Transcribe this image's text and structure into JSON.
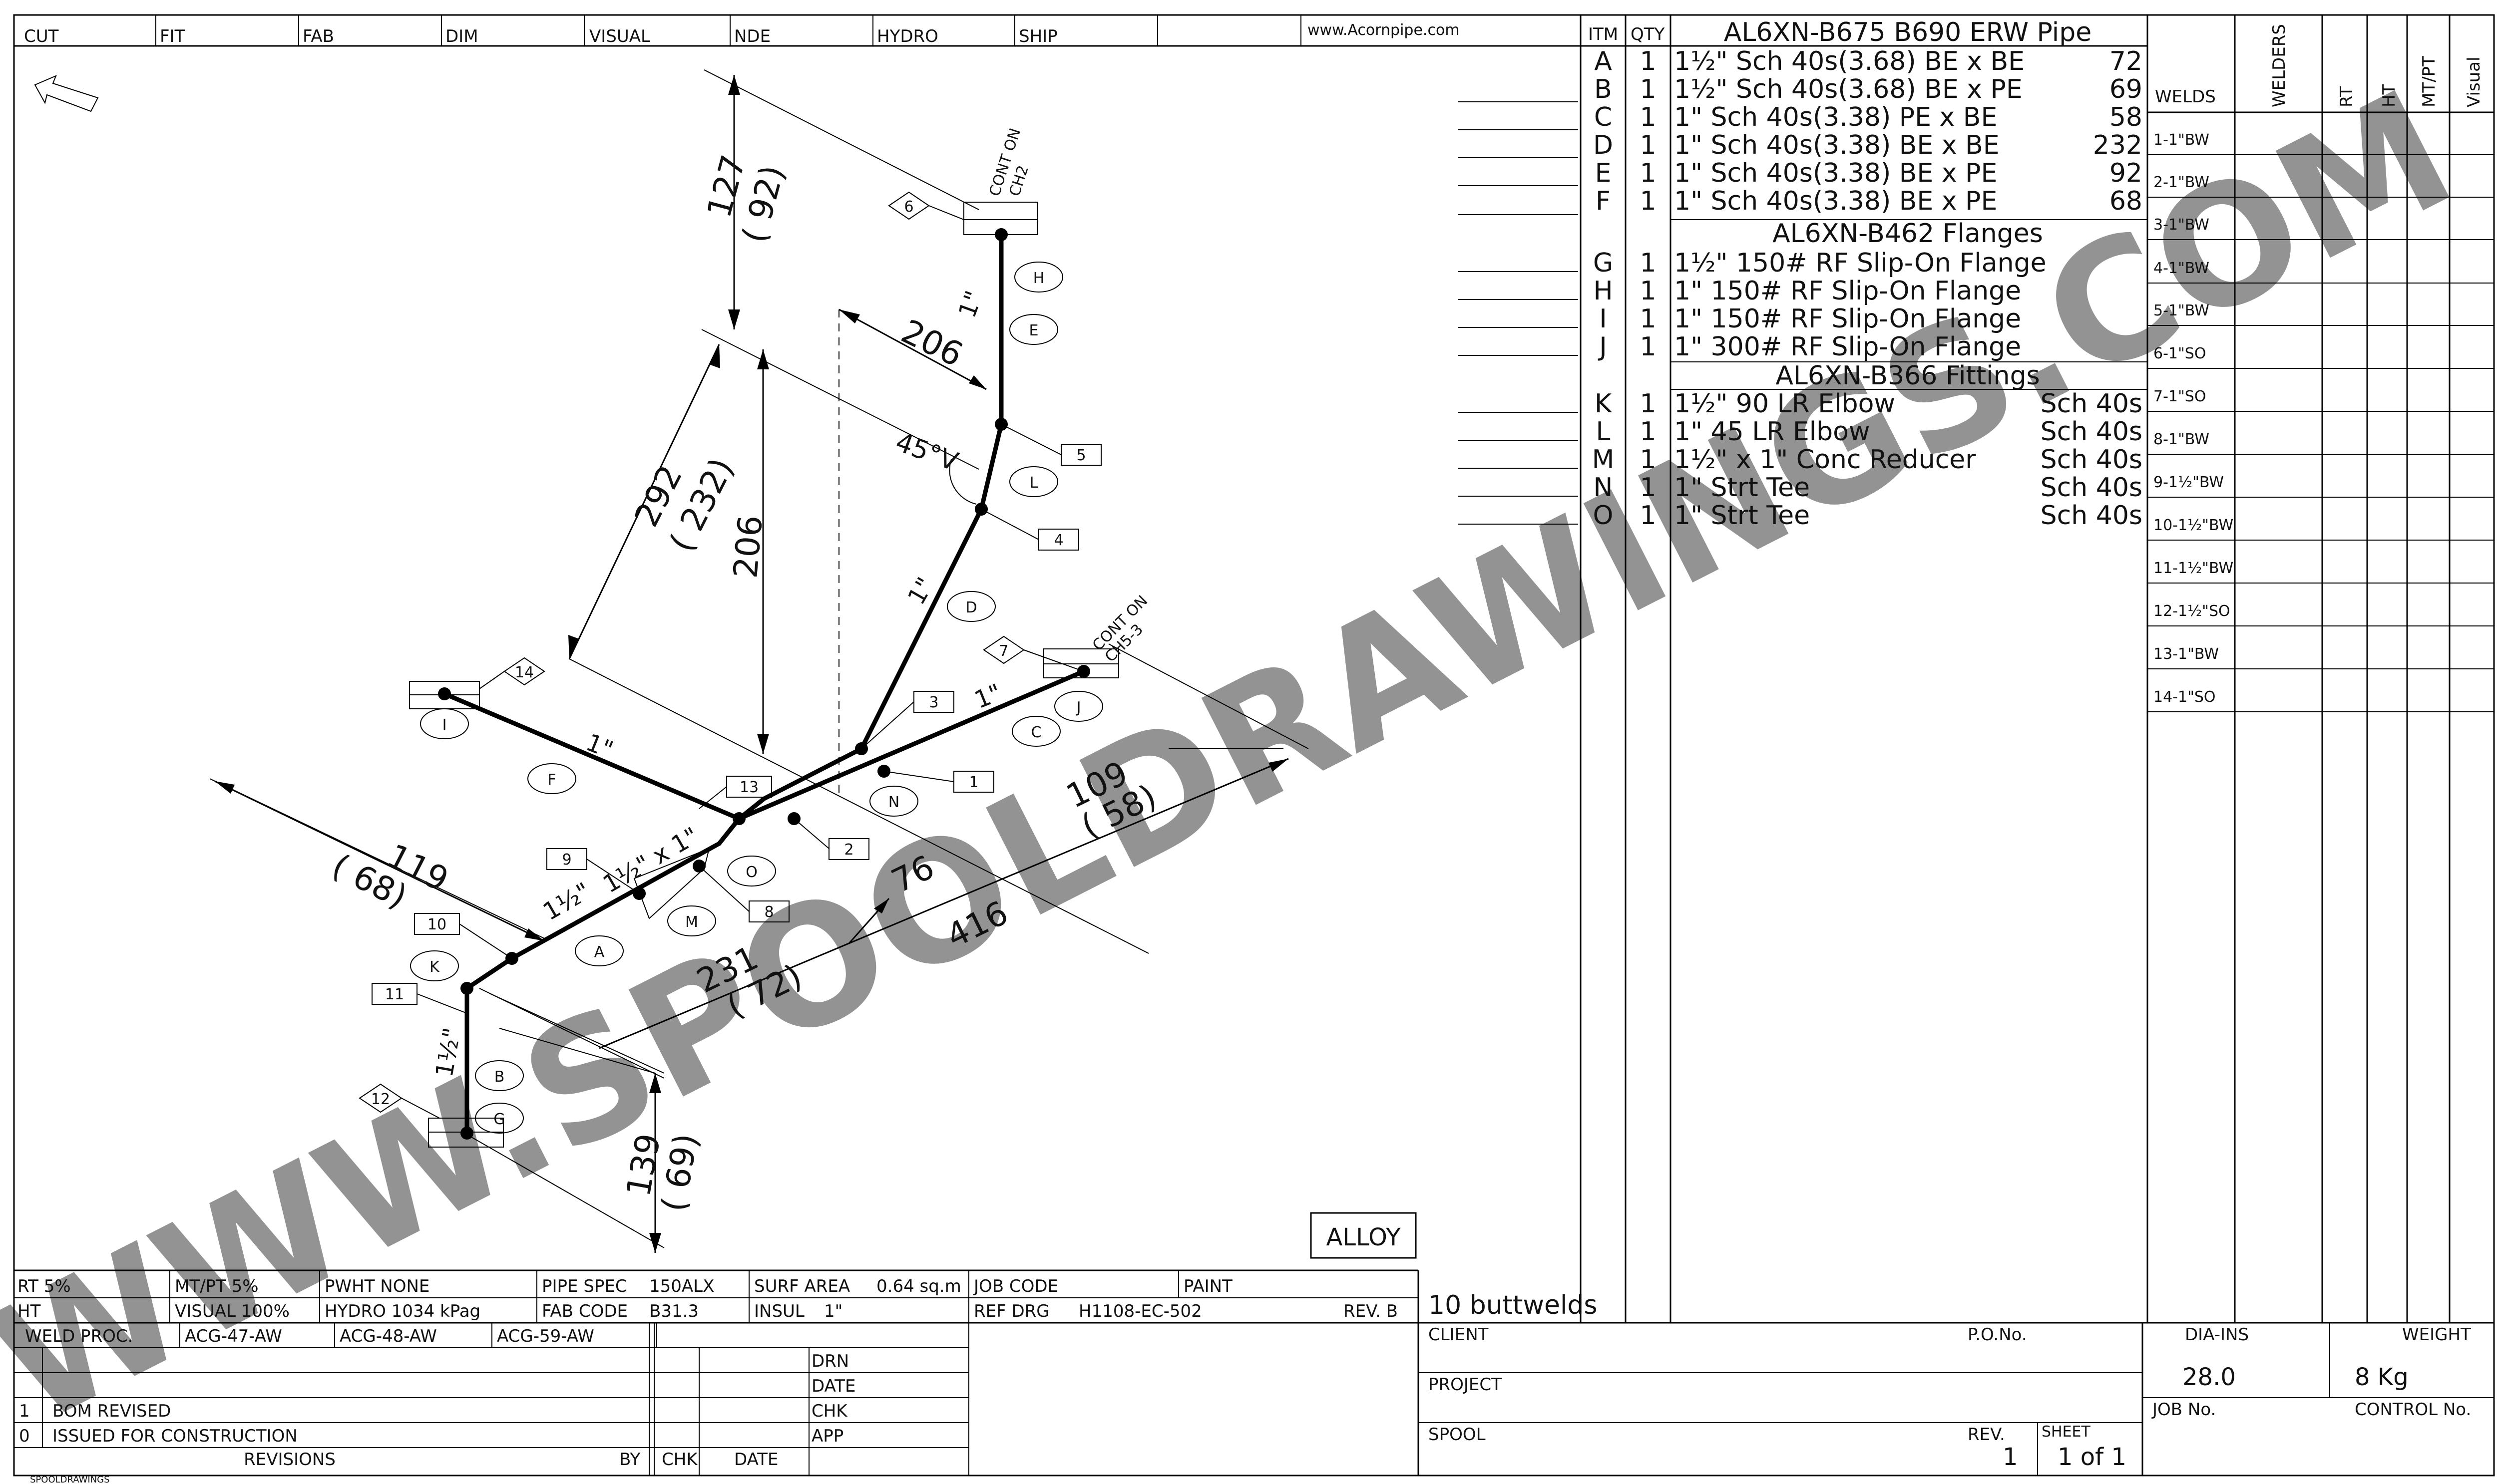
{
  "header": {
    "stages": [
      "CUT",
      "FIT",
      "FAB",
      "DIM",
      "VISUAL",
      "NDE",
      "HYDRO",
      "SHIP"
    ],
    "website": "www.Acornpipe.com"
  },
  "watermark": "WWW.SPOOLDRAWINGS.COM",
  "north_arrow_icon": "north-arrow-icon",
  "bom": {
    "col_item": "ITM",
    "col_qty": "QTY",
    "pipe_title": "AL6XN-B675 B690 ERW Pipe",
    "pipe": [
      {
        "item": "A",
        "qty": "1",
        "desc": "1½\" Sch 40s(3.68)  BE x BE",
        "val": "72"
      },
      {
        "item": "B",
        "qty": "1",
        "desc": "1½\" Sch 40s(3.68)  BE x PE",
        "val": "69"
      },
      {
        "item": "C",
        "qty": "1",
        "desc": "1\" Sch 40s(3.38)  PE x BE",
        "val": "58"
      },
      {
        "item": "D",
        "qty": "1",
        "desc": "1\" Sch 40s(3.38)  BE x BE",
        "val": "232"
      },
      {
        "item": "E",
        "qty": "1",
        "desc": "1\" Sch 40s(3.38)  BE x PE",
        "val": "92"
      },
      {
        "item": "F",
        "qty": "1",
        "desc": "1\" Sch 40s(3.38)  BE x PE",
        "val": "68"
      }
    ],
    "flange_title": "AL6XN-B462 Flanges",
    "flanges": [
      {
        "item": "G",
        "qty": "1",
        "desc": "1½\" 150# RF Slip-On Flange"
      },
      {
        "item": "H",
        "qty": "1",
        "desc": "1\" 150# RF Slip-On Flange"
      },
      {
        "item": "I",
        "qty": "1",
        "desc": "1\" 150# RF Slip-On Flange"
      },
      {
        "item": "J",
        "qty": "1",
        "desc": "1\" 300# RF Slip-On Flange"
      }
    ],
    "fitting_title": "AL6XN-B366 Fittings",
    "fittings": [
      {
        "item": "K",
        "qty": "1",
        "desc": "1½\" 90 LR Elbow",
        "val": "Sch 40s"
      },
      {
        "item": "L",
        "qty": "1",
        "desc": "1\" 45 LR Elbow",
        "val": "Sch 40s"
      },
      {
        "item": "M",
        "qty": "1",
        "desc": "1½\" x 1\" Conc Reducer",
        "val": "Sch 40s"
      },
      {
        "item": "N",
        "qty": "1",
        "desc": "1\" Strt Tee",
        "val": "Sch 40s"
      },
      {
        "item": "O",
        "qty": "1",
        "desc": "1\" Strt Tee",
        "val": "Sch 40s"
      }
    ]
  },
  "weld_table": {
    "headers": [
      "WELDS",
      "WELDERS",
      "RT",
      "HT",
      "MT/PT",
      "Visual"
    ],
    "welds": [
      "1-1\"BW",
      "2-1\"BW",
      "3-1\"BW",
      "4-1\"BW",
      "5-1\"BW",
      "6-1\"SO",
      "7-1\"SO",
      "8-1\"BW",
      "9-1½\"BW",
      "10-1½\"BW",
      "11-1½\"BW",
      "12-1½\"SO",
      "13-1\"BW",
      "14-1\"SO"
    ]
  },
  "drawing": {
    "cont_top": "CONT ON",
    "cont_top2": "CH2",
    "cont_right": "CONT ON",
    "cont_right2": "CH5-3",
    "dims": {
      "d127": "127",
      "d92": "( 92)",
      "d206a": "206",
      "d292": "292",
      "d232": "( 232)",
      "d206b": "206",
      "d45": "45°V",
      "d109": "109",
      "d58": "( 58)",
      "d119": "119",
      "d68": "( 68)",
      "d76": "76",
      "d416": "416",
      "d231": "231",
      "d72": "( 72)",
      "d139": "139",
      "d69": "( 69)"
    },
    "size_labels": {
      "e": "1\"",
      "d": "1\"",
      "c": "1\"",
      "f": "1\"",
      "a": "1½\"",
      "b": "1½\"",
      "m": "1½\" x 1\""
    },
    "part_labels": [
      "A",
      "B",
      "C",
      "D",
      "E",
      "F",
      "G",
      "H",
      "I",
      "J",
      "K",
      "L",
      "M",
      "N",
      "O"
    ],
    "weld_numbers": [
      "1",
      "2",
      "3",
      "4",
      "5",
      "6",
      "7",
      "8",
      "9",
      "10",
      "11",
      "12",
      "13",
      "14"
    ]
  },
  "material_box": "ALLOY",
  "buttwelds": "10 buttwelds",
  "info": {
    "rt": "RT 5%",
    "mtpt": "MT/PT 5%",
    "pwht": "PWHT   NONE",
    "pipe_spec_l": "PIPE SPEC",
    "pipe_spec": "150ALX",
    "surf_area_l": "SURF AREA",
    "surf_area": "0.64 sq.m",
    "job_code": "JOB CODE",
    "paint": "PAINT",
    "ht": "HT",
    "visual": "VISUAL  100%",
    "hydro": "HYDRO  1034 kPag",
    "fab_code_l": "FAB CODE",
    "fab_code": "B31.3",
    "insul_l": "INSUL",
    "insul": "1\"",
    "ref_drg_l": "REF DRG",
    "ref_drg": "H1108-EC-502",
    "rev_b": "REV.  B",
    "weld_proc": "WELD PROC.",
    "wp1": "ACG-47-AW",
    "wp2": "ACG-48-AW",
    "wp3": "ACG-59-AW"
  },
  "revisions": {
    "rows": [
      {
        "no": "1",
        "desc": "BOM REVISED"
      },
      {
        "no": "0",
        "desc": "ISSUED FOR CONSTRUCTION"
      }
    ],
    "footer": "REVISIONS",
    "by": "BY",
    "chk": "CHK",
    "date": "DATE",
    "drn": "DRN",
    "date2": "DATE",
    "chk2": "CHK",
    "app": "APP"
  },
  "title_block": {
    "client": "CLIENT",
    "po": "P.O.No.",
    "project": "PROJECT",
    "spool": "SPOOL",
    "rev_l": "REV.",
    "rev": "1",
    "sheet_l": "SHEET",
    "sheet": "1 of 1",
    "dia_ins_l": "DIA-INS",
    "dia_ins": "28.0",
    "weight_l": "WEIGHT",
    "weight": "8 Kg",
    "job_no": "JOB No.",
    "control_no": "CONTROL No."
  },
  "corner_note": "SPOOLDRAWINGS"
}
